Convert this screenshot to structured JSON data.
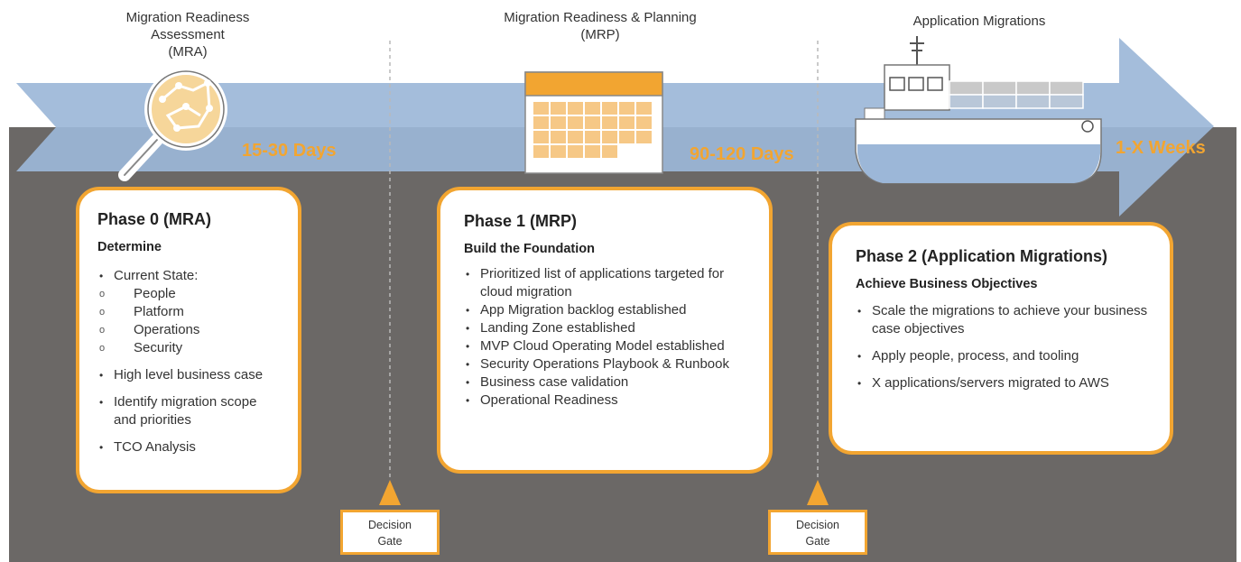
{
  "phases": [
    {
      "header": "Migration Readiness\nAssessment\n(MRA)",
      "duration": "15-30 Days"
    },
    {
      "header": "Migration Readiness & Planning\n(MRP)",
      "duration": "90-120 Days"
    },
    {
      "header": "Application Migrations",
      "duration": "1-X Weeks"
    }
  ],
  "cards": [
    {
      "title": "Phase 0 (MRA)",
      "subtitle": "Determine",
      "items": [
        "Current State:",
        "People",
        "Platform",
        "Operations",
        "Security",
        "High level business case",
        "Identify migration scope and priorities",
        "TCO Analysis"
      ]
    },
    {
      "title": "Phase 1 (MRP)",
      "subtitle": "Build the Foundation",
      "items": [
        "Prioritized list of applications targeted for cloud migration",
        "App Migration backlog established",
        "Landing Zone established",
        "MVP Cloud Operating Model established",
        "Security Operations Playbook & Runbook",
        "Business case validation",
        "Operational Readiness"
      ]
    },
    {
      "title": "Phase 2 (Application Migrations)",
      "subtitle": "Achieve Business Objectives",
      "items": [
        "Scale the migrations to achieve your business case objectives",
        "Apply people, process, and tooling",
        "X applications/servers migrated to AWS"
      ]
    }
  ],
  "gates": [
    "Decision\nGate",
    "Decision\nGate"
  ],
  "icons": [
    "magnifier-icon",
    "calendar-icon",
    "ship-icon"
  ],
  "colors": {
    "accent": "#f2a531",
    "arrow": "#9cb7d8",
    "band": "#6b6866"
  }
}
